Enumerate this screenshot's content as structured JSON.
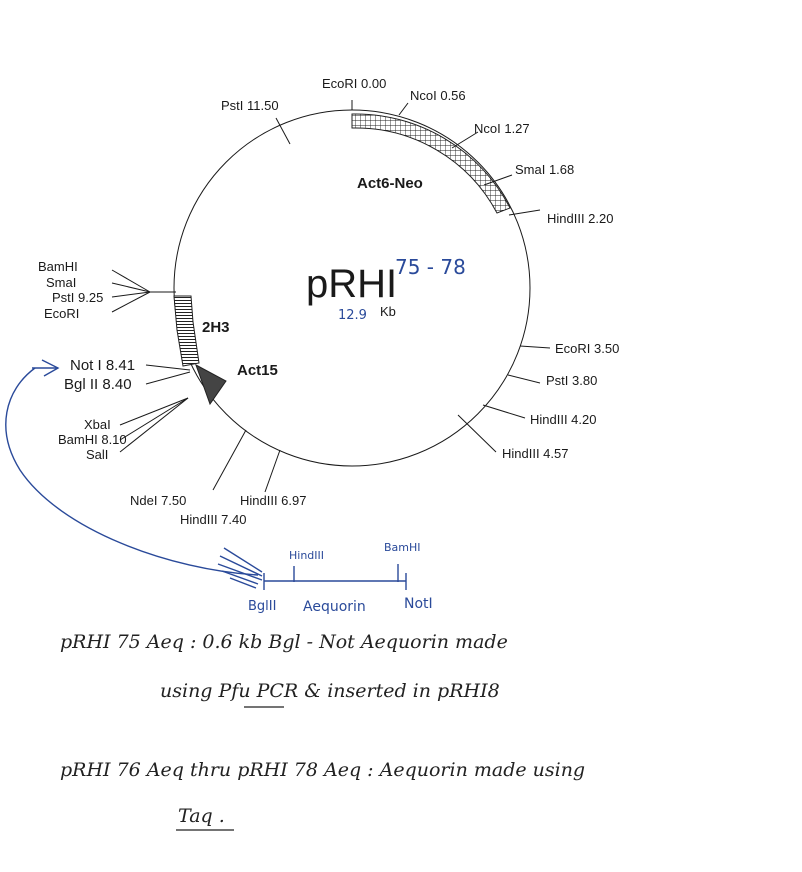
{
  "plasmid": {
    "name": "pRHI",
    "handwritten_range": "75 - 78",
    "size_handwritten": "12.9",
    "size_unit": "Kb"
  },
  "regions": {
    "act6_neo": "Act6-Neo",
    "h2h3": "2H3",
    "act15": "Act15"
  },
  "sites": {
    "ecori_000": "EcoRI 0.00",
    "ncoi_056": "NcoI 0.56",
    "ncoi_127": "NcoI 1.27",
    "smai_168": "SmaI 1.68",
    "hindiii_220": "HindIII 2.20",
    "ecori_350": "EcoRI 3.50",
    "psti_380": "PstI 3.80",
    "hindiii_420": "HindIII 4.20",
    "hindiii_457": "HindIII 4.57",
    "hindiii_697": "HindIII 6.97",
    "hindiii_740": "HindIII 7.40",
    "ndei_750": "NdeI 7.50",
    "xbai": "XbaI",
    "bamhi_810": "BamHI 8.10",
    "sali": "SalI",
    "bglii_840": "Bgl II 8.40",
    "noti_841": "Not I 8.41",
    "bamhi_top": "BamHI",
    "smai_left": "SmaI",
    "psti_925": "PstI 9.25",
    "ecori_left": "EcoRI",
    "psti_1150": "PstI 11.50"
  },
  "insert": {
    "hindiii": "HindIII",
    "bamhi": "BamHI",
    "bglii": "BglII",
    "aequorin": "Aequorin",
    "noti": "NotI"
  },
  "notes": {
    "line1": "pRHI 75 Aeq : 0.6 kb Bgl - Not Aequorin made",
    "line2": "using Pfu PCR & inserted in pRHI8",
    "line3": "pRHI 76 Aeq thru pRHI 78 Aeq : Aequorin made using",
    "line4": "Taq ."
  }
}
